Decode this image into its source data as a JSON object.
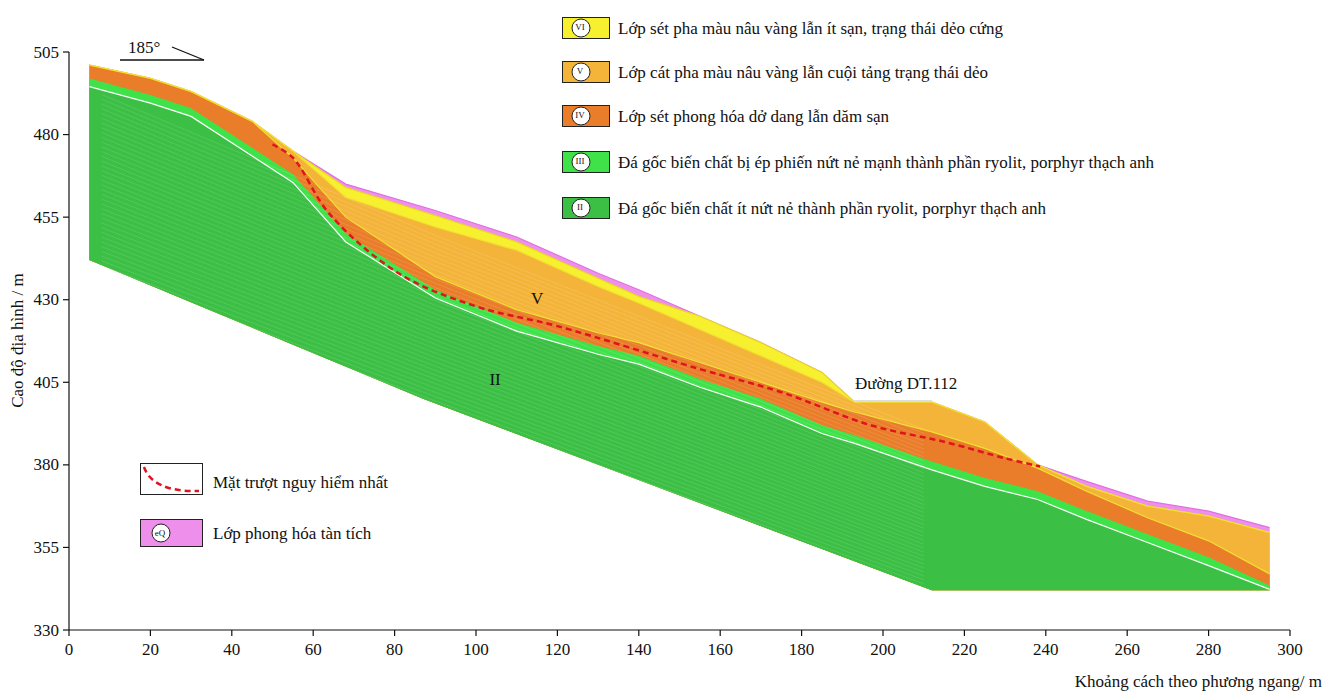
{
  "diagram": {
    "labels": [
      "185°",
      "Cao độ địa hình / m",
      "505",
      "480",
      "455",
      "430",
      "405",
      "380",
      "355",
      "330",
      "0",
      "20",
      "40",
      "60",
      "80",
      "100",
      "120",
      "140",
      "160",
      "180",
      "200",
      "220",
      "240",
      "260",
      "280",
      "300",
      "Khoảng cách theo phương ngang/ m",
      "V",
      "II",
      "Đường DT.112",
      "VI",
      "V",
      "IV",
      "III",
      "II",
      "eQ"
    ],
    "legend": [
      {
        "text": "Lớp sét pha màu nâu vàng lẫn ít sạn, trạng thái dẻo cứng",
        "color": "#f6f02e"
      },
      {
        "text": "Lớp cát pha màu nâu vàng lẫn cuội tảng trạng thái dẻo",
        "color": "#f4b43a"
      },
      {
        "text": "Lớp sét phong hóa dở dang lẫn dăm sạn",
        "color": "#ea7d2a"
      },
      {
        "text": "Đá gốc biến chất bị ép phiến nứt nẻ mạnh thành phần ryolit, porphyr thạch anh",
        "color": "#40e24a"
      },
      {
        "text": "Đá gốc biến chất ít nứt nẻ thành phần ryolit, porphyr thạch anh",
        "color": "#3cbf45"
      },
      {
        "text": "Mặt trượt nguy hiểm nhất"
      },
      {
        "text": "Lớp phong hóa tàn tích",
        "color": "#ef8fec"
      }
    ]
  }
}
